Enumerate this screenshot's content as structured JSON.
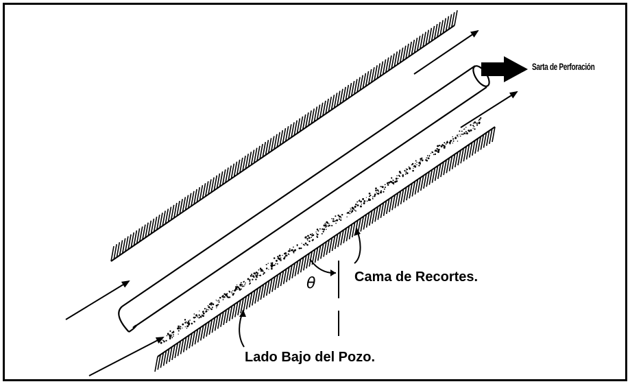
{
  "labels": {
    "drill_string": "Sarta de Perforación",
    "cuttings_bed": "Cama de Recortes.",
    "low_side": "Lado Bajo del Pozo.",
    "angle_symbol": "θ"
  },
  "colors": {
    "line": "#000000",
    "background": "#ffffff"
  },
  "icons": {
    "flow_direction": "arrow-icon",
    "drill_string_direction": "block-arrow-icon"
  }
}
